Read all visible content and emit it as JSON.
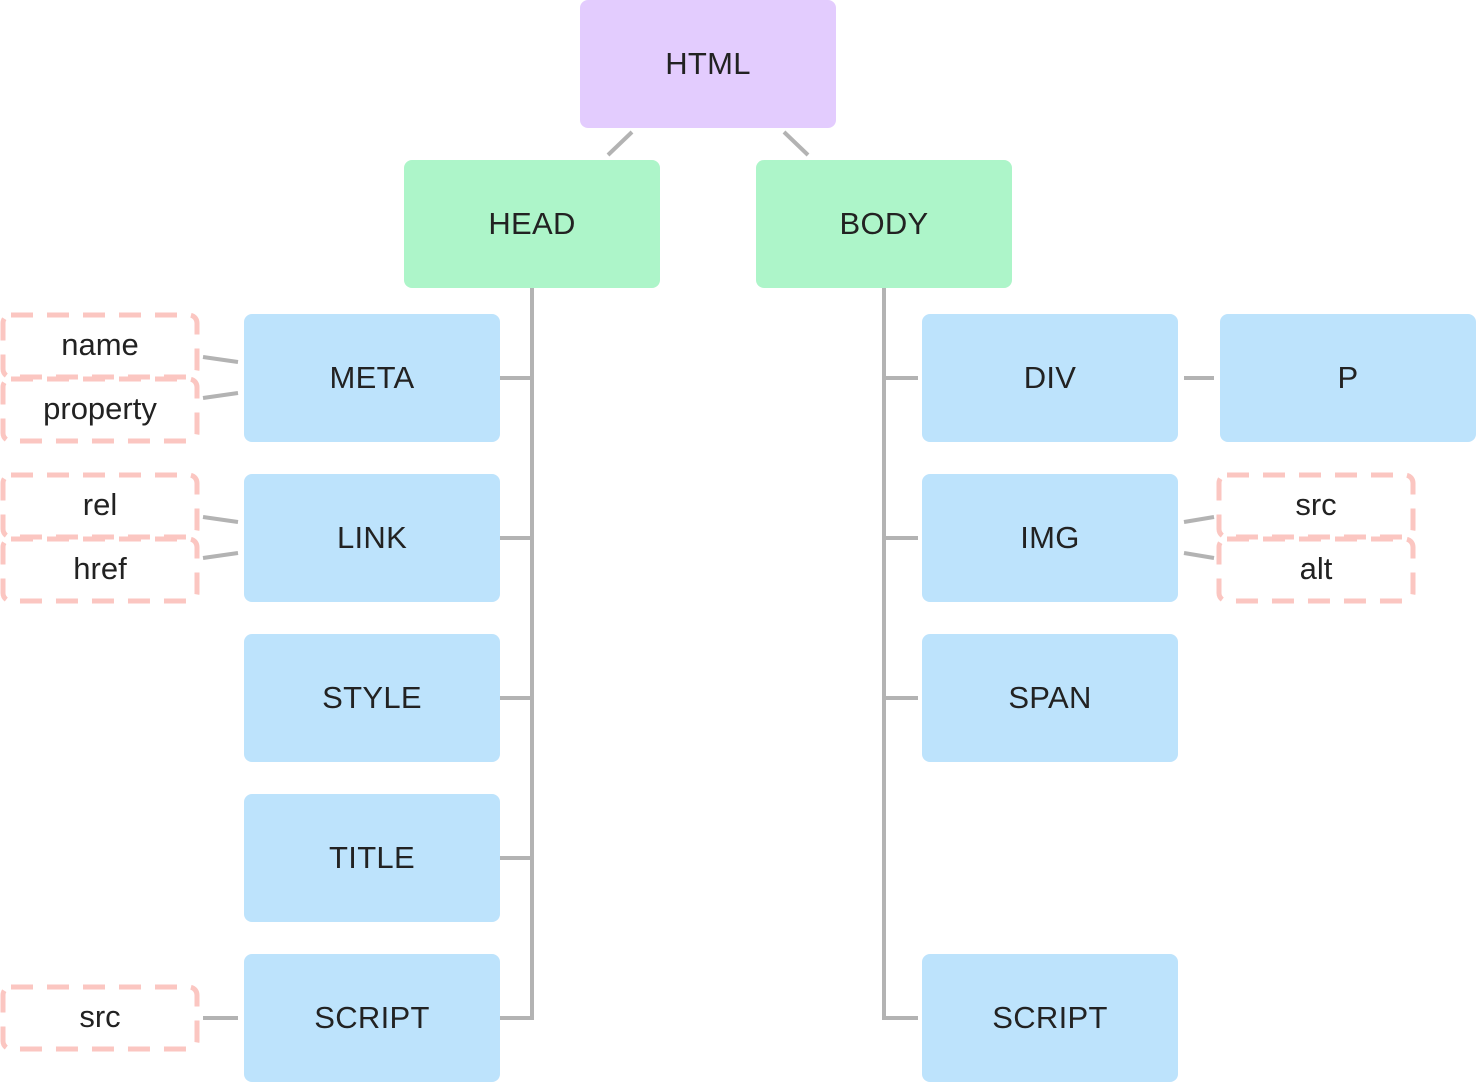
{
  "diagram": {
    "colors": {
      "root_fill": "#e3ccfe",
      "section_fill": "#adf5c9",
      "element_fill": "#bde3fc",
      "attribute_border": "#fbc6c1",
      "connector": "#b3b3b3"
    },
    "root": {
      "label": "HTML"
    },
    "head": {
      "label": "HEAD",
      "children": [
        {
          "label": "META",
          "attributes": [
            "name",
            "property"
          ]
        },
        {
          "label": "LINK",
          "attributes": [
            "rel",
            "href"
          ]
        },
        {
          "label": "STYLE",
          "attributes": []
        },
        {
          "label": "TITLE",
          "attributes": []
        },
        {
          "label": "SCRIPT",
          "attributes": [
            "src"
          ]
        }
      ]
    },
    "body": {
      "label": "BODY",
      "children": [
        {
          "label": "DIV",
          "attributes": [],
          "child": {
            "label": "P"
          }
        },
        {
          "label": "IMG",
          "attributes": [
            "src",
            "alt"
          ]
        },
        {
          "label": "SPAN",
          "attributes": []
        },
        {
          "label": "SCRIPT",
          "attributes": []
        }
      ]
    }
  }
}
